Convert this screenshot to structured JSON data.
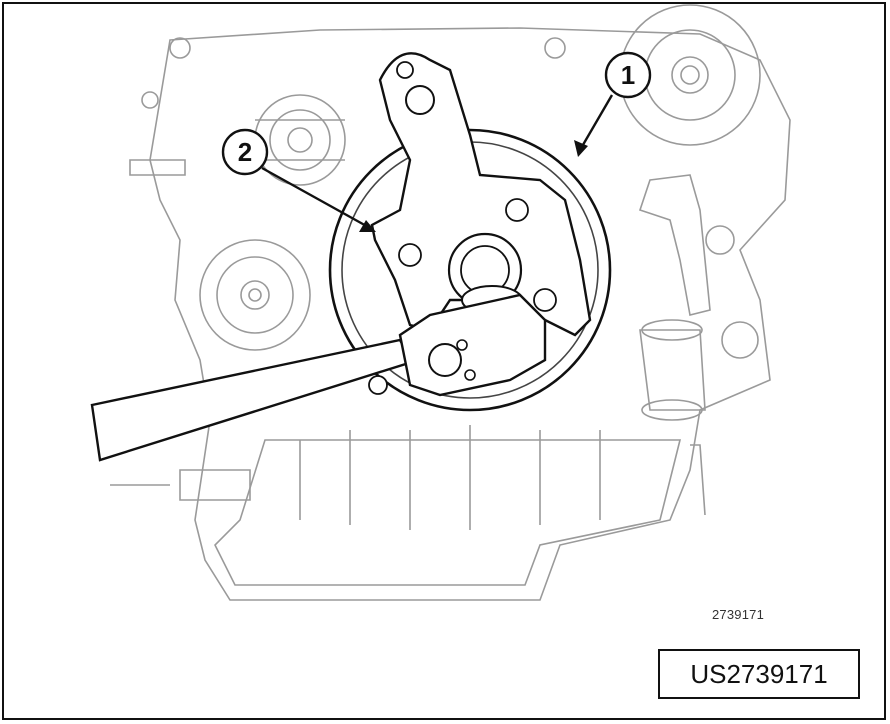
{
  "callouts": [
    {
      "number": "1"
    },
    {
      "number": "2"
    }
  ],
  "drawing_number": "2739171",
  "figure_id": "US2739171",
  "colors": {
    "line": "#222222",
    "light_line": "#8a8a8a",
    "background": "#ffffff"
  },
  "icons": [
    "crankshaft-damper",
    "damper-holder-tool",
    "breaker-bar"
  ]
}
